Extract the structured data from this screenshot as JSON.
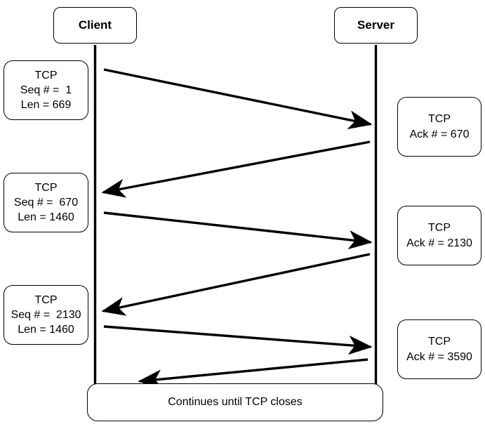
{
  "diagram": {
    "title_alt": "TCP data transfer sequence diagram",
    "stroke_color": "#000000",
    "background_color": "#ffffff"
  },
  "endpoints": [
    {
      "id": "client",
      "label": "Client"
    },
    {
      "id": "server",
      "label": "Server"
    }
  ],
  "client_packets": [
    {
      "l1": "TCP",
      "l2": "Seq # =  1",
      "l3": "Len = 669"
    },
    {
      "l1": "TCP",
      "l2": "Seq # =  670",
      "l3": "Len = 1460"
    },
    {
      "l1": "TCP",
      "l2": "Seq # =  2130",
      "l3": "Len = 1460"
    }
  ],
  "server_packets": [
    {
      "l1": "TCP",
      "l2": "Ack # = 670"
    },
    {
      "l1": "TCP",
      "l2": "Ack # = 2130"
    },
    {
      "l1": "TCP",
      "l2": "Ack # = 3590"
    }
  ],
  "footer": {
    "label": "Continues until TCP closes"
  }
}
